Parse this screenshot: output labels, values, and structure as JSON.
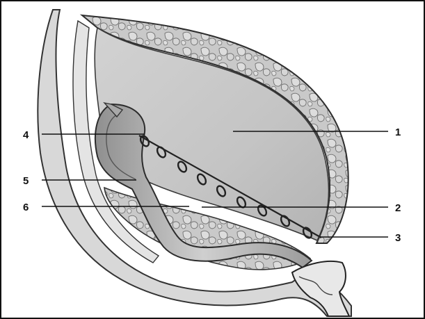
{
  "figure": {
    "labels": [
      "1",
      "2",
      "3",
      "4",
      "5",
      "6"
    ]
  }
}
